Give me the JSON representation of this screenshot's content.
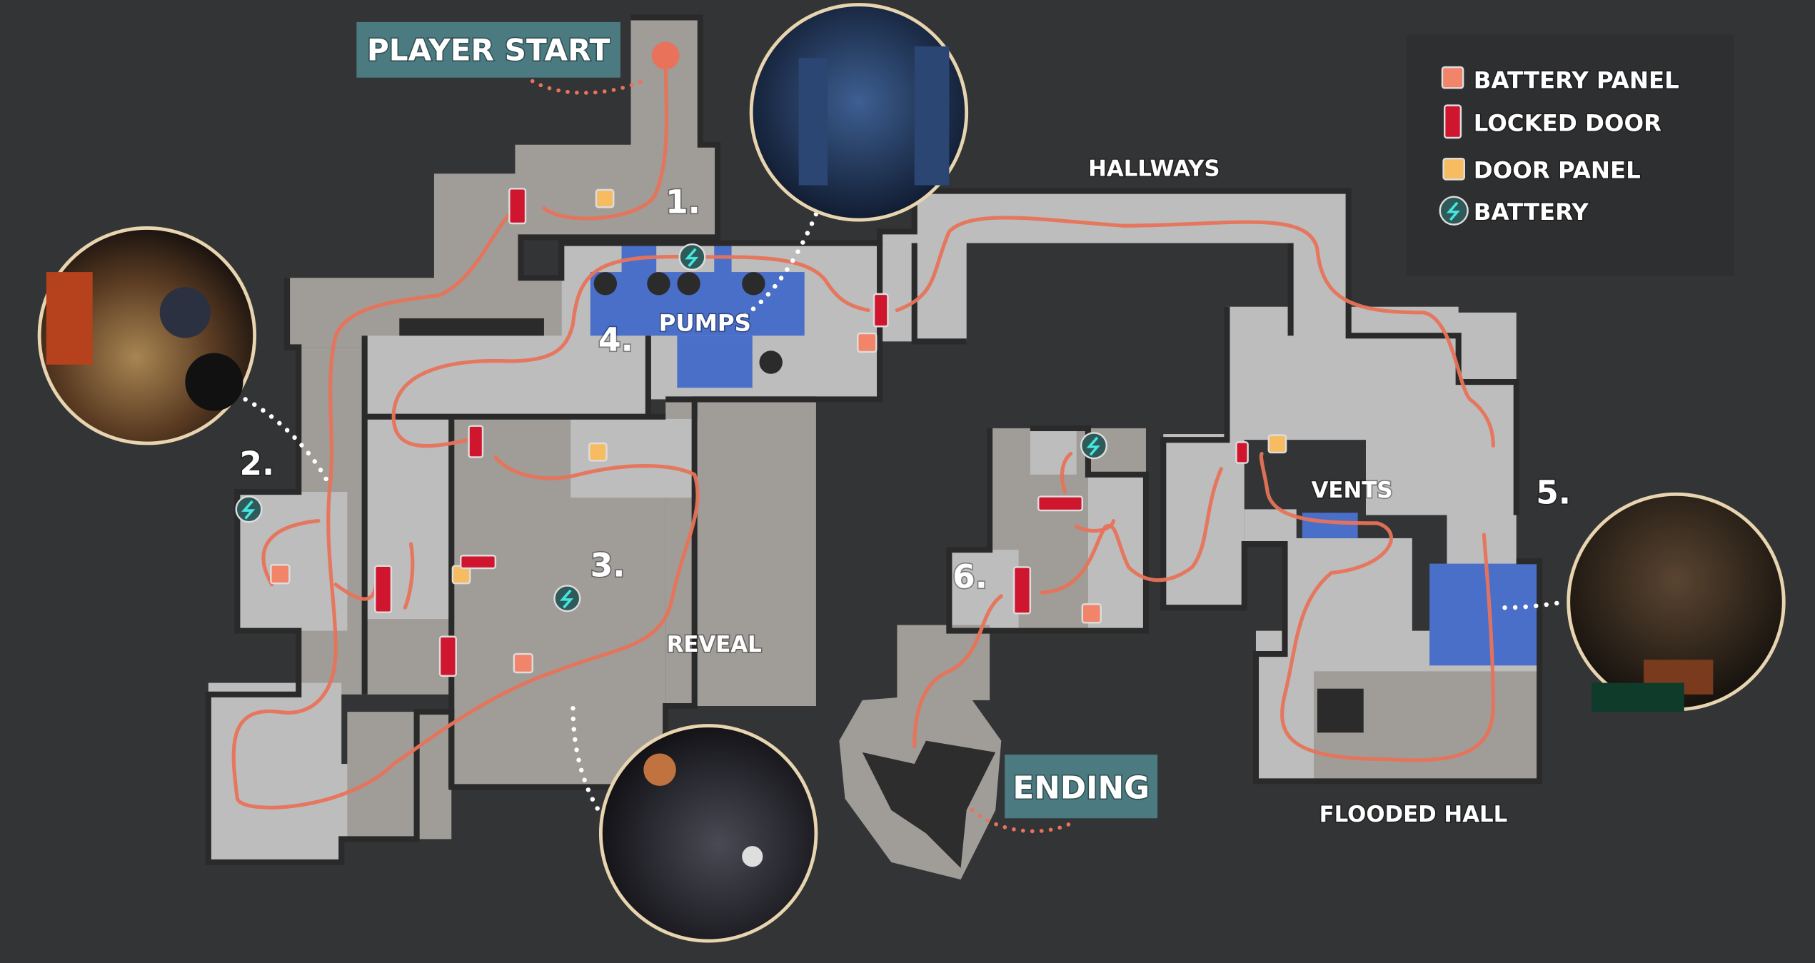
{
  "labels": {
    "player_start": "PLAYER START",
    "ending": "ENDING",
    "hallways": "HALLWAYS",
    "pumps": "PUMPS",
    "vents": "VENTS",
    "reveal": "REVEAL",
    "flooded_hall": "FLOODED HALL"
  },
  "steps": [
    "1.",
    "2.",
    "3.",
    "4.",
    "5.",
    "6."
  ],
  "legend": {
    "items": [
      {
        "label": "BATTERY PANEL",
        "icon": "battery-panel-icon",
        "color": "#f2846a"
      },
      {
        "label": "LOCKED DOOR",
        "icon": "locked-door-icon",
        "color": "#d0162f"
      },
      {
        "label": "DOOR PANEL",
        "icon": "door-panel-icon",
        "color": "#f7bc62"
      },
      {
        "label": "BATTERY",
        "icon": "battery-icon",
        "color": "#45e6e0"
      }
    ]
  },
  "colors": {
    "background": "#333435",
    "route": "#e8735a",
    "water": "#4a6fc9",
    "label_box": "#4b7a80"
  }
}
